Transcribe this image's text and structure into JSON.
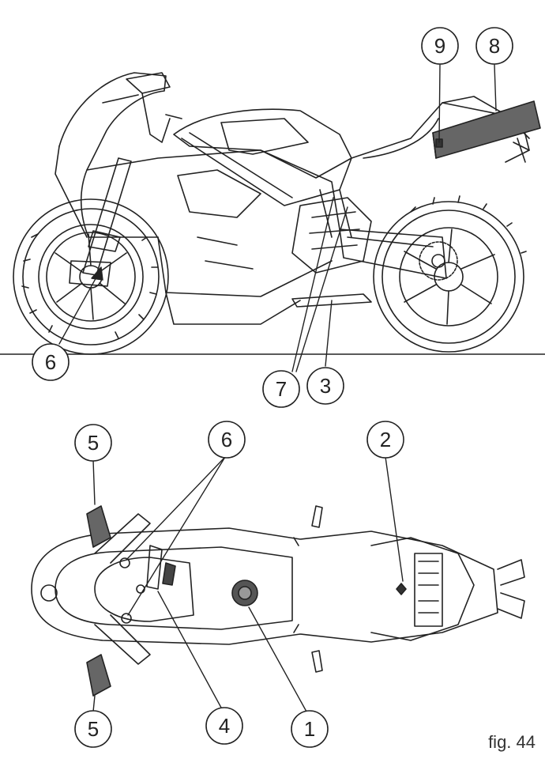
{
  "callouts": {
    "top": {
      "c9": "9",
      "c8": "8",
      "c6": "6",
      "c7": "7",
      "c3": "3"
    },
    "bottom": {
      "c5a": "5",
      "c6": "6",
      "c2": "2",
      "c5b": "5",
      "c4": "4",
      "c1": "1"
    }
  },
  "figure_label": "fig. 44",
  "colors": {
    "line": "#222222",
    "highlight": "#666666"
  }
}
